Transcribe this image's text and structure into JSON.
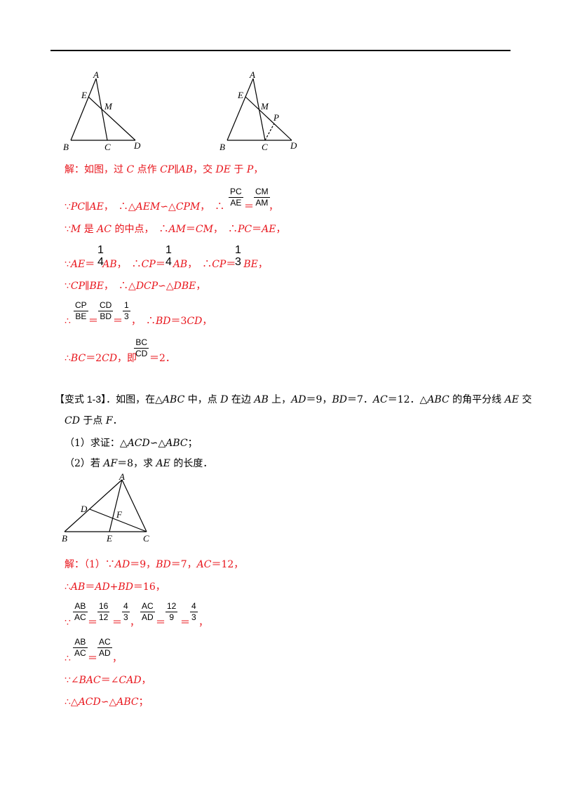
{
  "figures": {
    "fig1": {
      "A": "A",
      "E": "E",
      "M": "M",
      "B": "B",
      "C": "C",
      "D": "D"
    },
    "fig2": {
      "A": "A",
      "E": "E",
      "M": "M",
      "P": "P",
      "B": "B",
      "C": "C",
      "D": "D"
    },
    "fig3": {
      "A": "A",
      "D": "D",
      "F": "F",
      "B": "B",
      "E": "E",
      "C": "C"
    }
  },
  "solution1": {
    "l1": [
      "解：如图，过 ",
      "C",
      " 点作 ",
      "CP∥AB",
      "，交 ",
      "DE",
      " 于 ",
      "P",
      "，"
    ],
    "l2": [
      "∵",
      "PC∥AE",
      "，　∴△",
      "AEM",
      "∽△",
      "CPM",
      "，　∴",
      ""
    ],
    "l2_frac": [
      {
        "n": "PC",
        "d": "AE"
      },
      {
        "n": "CM",
        "d": "AM"
      }
    ],
    "l2_end": "，",
    "l3": [
      "∵",
      "M",
      " 是 ",
      "AC",
      " 的中点，　∴",
      "AM",
      "＝",
      "CM",
      "，　∴",
      "PC",
      "＝",
      "AE",
      "，"
    ],
    "l4": [
      "∵",
      "AE",
      "＝",
      "AB",
      "，　∴",
      "CP",
      "＝",
      "AB",
      "，　∴",
      "CP",
      "＝",
      "BE",
      "，"
    ],
    "l4_frac": [
      {
        "n": "1",
        "d": "4"
      },
      {
        "n": "1",
        "d": "4"
      },
      {
        "n": "1",
        "d": "3"
      }
    ],
    "l5": [
      "∵",
      "CP∥BE",
      "，　∴△",
      "DCP",
      "∽△",
      "DBE",
      "，"
    ],
    "l6_frac": [
      {
        "n": "CP",
        "d": "BE"
      },
      {
        "n": "CD",
        "d": "BD"
      },
      {
        "n": "1",
        "d": "3"
      }
    ],
    "l6": [
      "∴",
      "",
      "＝",
      "",
      "＝",
      "",
      "，　∴",
      "BD",
      "＝3",
      "CD",
      "，"
    ],
    "l7_frac": {
      "n": "BC",
      "d": "CD"
    },
    "l7": [
      "∴",
      "BC",
      "＝2",
      "CD",
      "，即",
      "",
      "＝2．"
    ]
  },
  "problem": {
    "title": "【变式 1-3】",
    "text1": [
      "．如图，在△",
      "ABC",
      " 中，点 ",
      "D",
      " 在边 ",
      "AB",
      " 上，",
      "AD",
      "＝9，",
      "BD",
      "＝7．",
      "AC",
      "＝12．△",
      "ABC",
      " 的角平分线 ",
      "AE",
      " 交"
    ],
    "text2": [
      "CD",
      " 于点 ",
      "F",
      "．"
    ],
    "q1": [
      "（1）求证：△",
      "ACD",
      "∽△",
      "ABC",
      "；"
    ],
    "q2": [
      "（2）若 ",
      "AF",
      "＝8，求 ",
      "AE",
      " 的长度．"
    ]
  },
  "solution2": {
    "l1": [
      "解：（1）∵",
      "AD",
      "＝9，",
      "BD",
      "＝7，",
      "AC",
      "＝12，"
    ],
    "l2": [
      "∴",
      "AB",
      "＝",
      "AD",
      "+",
      "BD",
      "＝16，"
    ],
    "l3_frac": [
      {
        "n": "AB",
        "d": "AC"
      },
      {
        "n": "16",
        "d": "12"
      },
      {
        "n": "4",
        "d": "3"
      },
      {
        "n": "AC",
        "d": "AD"
      },
      {
        "n": "12",
        "d": "9"
      },
      {
        "n": "4",
        "d": "3"
      }
    ],
    "l3_ops": [
      "∵",
      "＝",
      "＝",
      "，",
      "＝",
      "＝",
      "，"
    ],
    "l4_frac": [
      {
        "n": "AB",
        "d": "AC"
      },
      {
        "n": "AC",
        "d": "AD"
      }
    ],
    "l4_ops": [
      "∴",
      "＝",
      "，"
    ],
    "l5": [
      "∵∠",
      "BAC",
      "＝∠",
      "CAD",
      "，"
    ],
    "l6": [
      "∴△",
      "ACD",
      "∽△",
      "ABC",
      "；"
    ]
  }
}
